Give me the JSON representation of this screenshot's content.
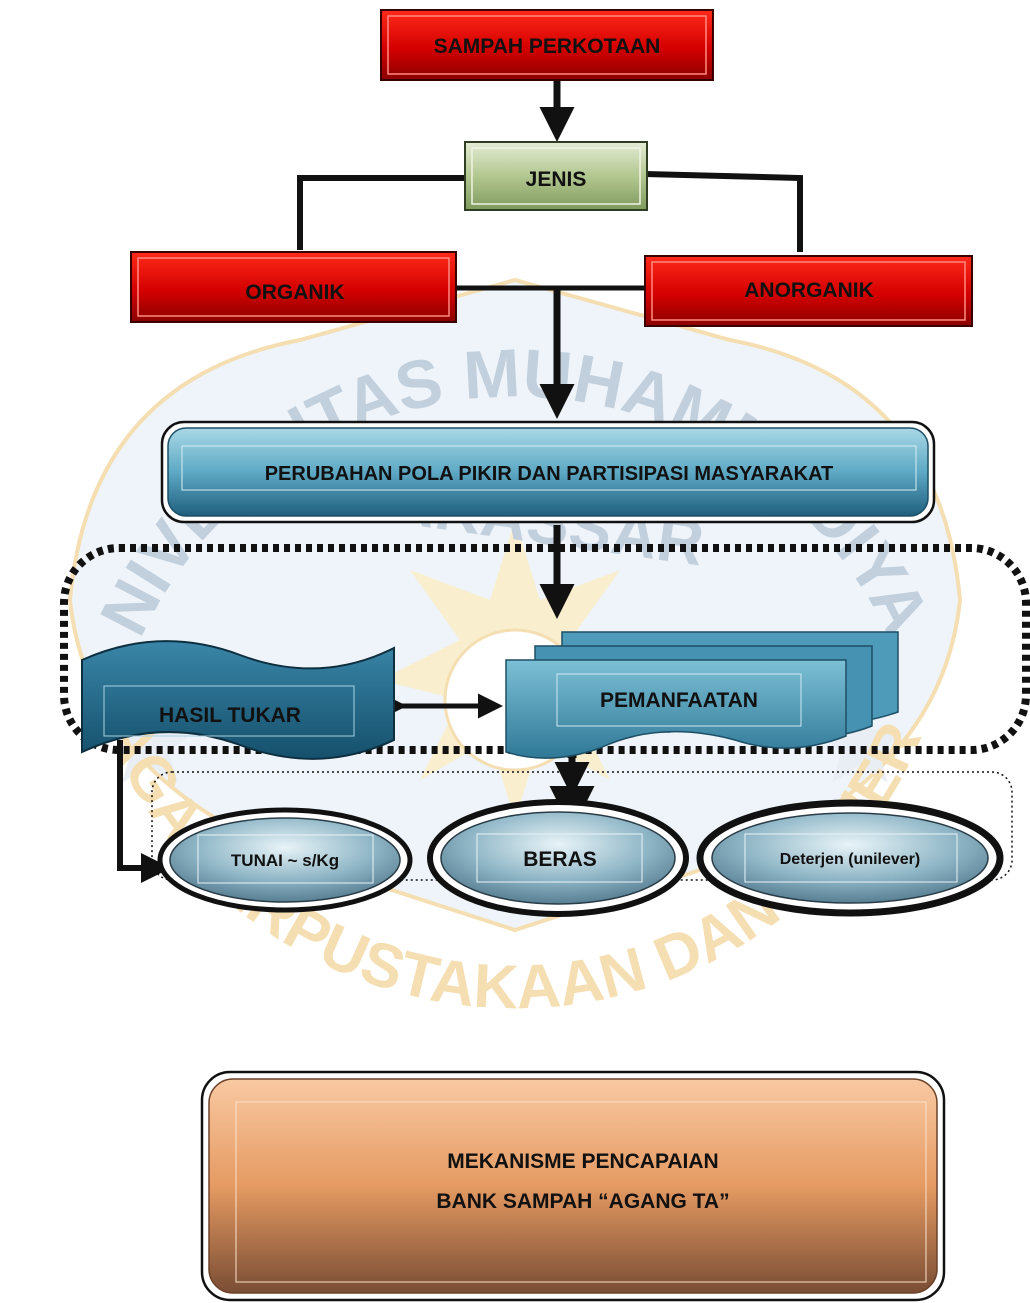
{
  "watermark": {
    "top_arc": "UNIVERSITAS MUHAMMADIYAH",
    "middle": "MAKASSAR",
    "bottom_arc": "LEMBAGA PERPUSTAKAAN DAN PENERBITAN",
    "color": "#e8b84a"
  },
  "nodes": {
    "sampah_perkotaan": "SAMPAH PERKOTAAN",
    "jenis": "JENIS",
    "organik": "ORGANIK",
    "anorganik": "ANORGANIK",
    "perubahan": "PERUBAHAN POLA PIKIR DAN PARTISIPASI MASYARAKAT",
    "hasil_tukar": "HASIL TUKAR",
    "pemanfaatan": "PEMANFAATAN",
    "tunai": "TUNAI ~ s/Kg",
    "beras": "BERAS",
    "deterjen": "Deterjen (unilever)",
    "mekanisme_line1": "MEKANISME PENCAPAIAN",
    "mekanisme_line2": "BANK SAMPAH “AGANG TA”"
  },
  "colors": {
    "red": "#e00000",
    "green": "#9bb37a",
    "blue": "#3e88aa",
    "orange": "#e8a06a",
    "line": "#111111"
  }
}
